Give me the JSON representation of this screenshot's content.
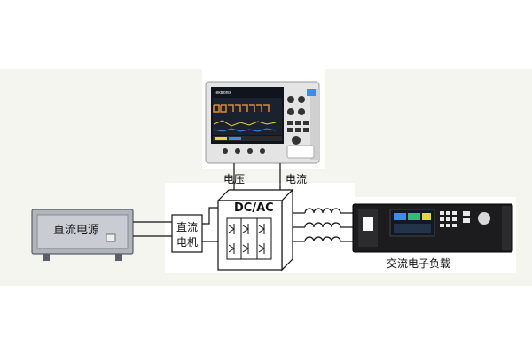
{
  "labels": {
    "voltage": "电压",
    "current": "电流",
    "converter": "DC/AC",
    "dc_supply": "直流电源",
    "dc_motor_line1": "直流",
    "dc_motor_line2": "电机",
    "ac_load": "交流电子负载"
  },
  "oscilloscope": {
    "brand": "Tektronix"
  },
  "colors": {
    "background_band": "#f5f5f0",
    "panel": "#ffffff",
    "line": "#111111",
    "supply_body": "#c9ccd2",
    "supply_front": "#b0b4bb",
    "load_body": "#1c1c1e",
    "scope_body": "#e4e4e4",
    "scope_screen": "#10141c",
    "wave_orange": "#e08a2a",
    "wave_yellow": "#e8d53a",
    "wave_blue": "#3a8ee8"
  }
}
